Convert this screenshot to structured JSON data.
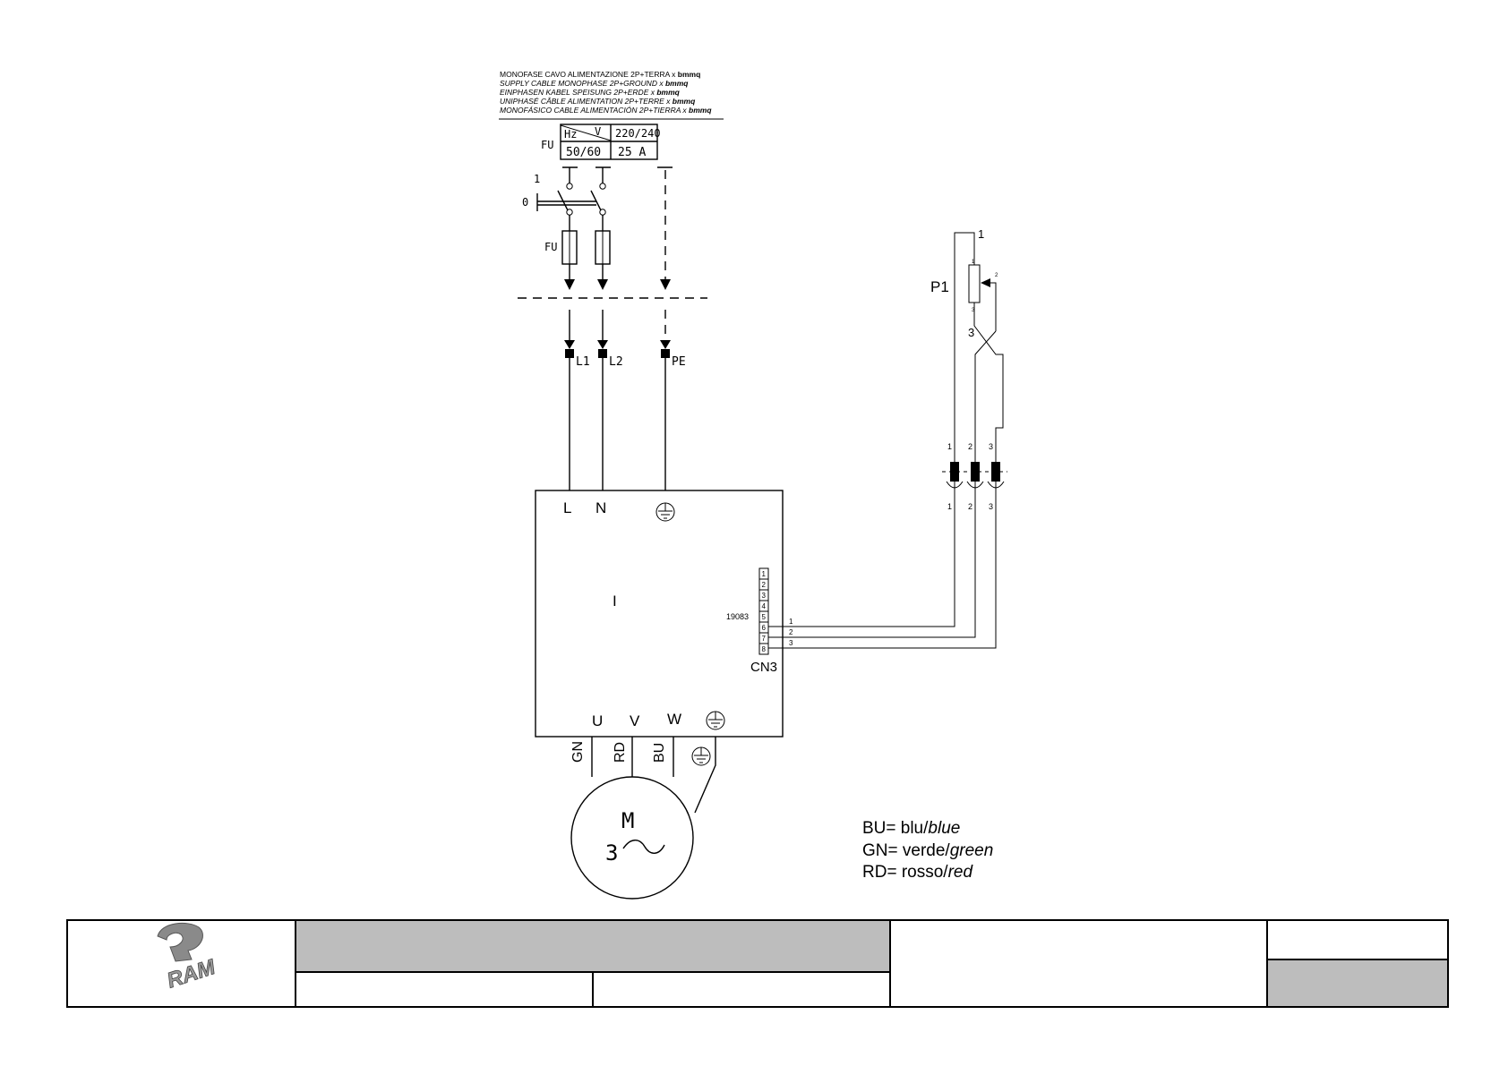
{
  "supply_header": {
    "lines": [
      {
        "text": "MONOFASE CAVO ALIMENTAZIONE 2P+TERRA x ",
        "bold": "bmmq",
        "italic": false
      },
      {
        "text": "SUPPLY CABLE MONOPHASE 2P+GROUND x ",
        "bold": "bmmq",
        "italic": true
      },
      {
        "text": "EINPHASEN KABEL SPEISUNG 2P+ERDE x ",
        "bold": "bmmq",
        "italic": true
      },
      {
        "text": "UNIPHASÉ CÂBLE ALIMENTATION 2P+TERRE x ",
        "bold": "bmmq",
        "italic": true
      },
      {
        "text": "MONOFÁSICO CABLE ALIMENTACIÓN 2P+TIERRA x ",
        "bold": "bmmq",
        "italic": true
      }
    ]
  },
  "supply_table": {
    "fu_label": "FU",
    "hz": "Hz",
    "v": "V",
    "voltage": "220/240",
    "frequency": "50/60",
    "current": "25 A"
  },
  "switch": {
    "on_label": "1",
    "off_label": "0"
  },
  "fuse": {
    "label": "FU"
  },
  "terminals": {
    "l1": "L1",
    "l2": "L2",
    "pe": "PE"
  },
  "inverter": {
    "label": "I",
    "input_l": "L",
    "input_n": "N",
    "out_u": "U",
    "out_v": "V",
    "out_w": "W",
    "connector_name": "CN3",
    "connector_code": "19083",
    "connector_pins": [
      "1",
      "2",
      "3",
      "4",
      "5",
      "6",
      "7",
      "8"
    ],
    "wire_labels": [
      "1",
      "2",
      "3"
    ]
  },
  "wire_colors": {
    "gn": "GN",
    "rd": "RD",
    "bu": "BU"
  },
  "motor": {
    "symbol": "M",
    "phases": "3",
    "wave": "~"
  },
  "potentiometer": {
    "name": "P1",
    "top_label": "1",
    "crossing_label": "3",
    "inner_pins": [
      "1",
      "2",
      "3"
    ],
    "plug_top_labels": [
      "1",
      "2",
      "3"
    ],
    "plug_bottom_labels": [
      "1",
      "2",
      "3"
    ]
  },
  "legend": [
    {
      "code": "BU= blu/",
      "en": "blue"
    },
    {
      "code": "GN= verde/",
      "en": "green"
    },
    {
      "code": "RD= rosso/",
      "en": "red"
    }
  ],
  "title_block": {
    "logo_text": "RAM",
    "colors": {
      "shaded": "#bdbdbd",
      "line": "#000000"
    }
  }
}
